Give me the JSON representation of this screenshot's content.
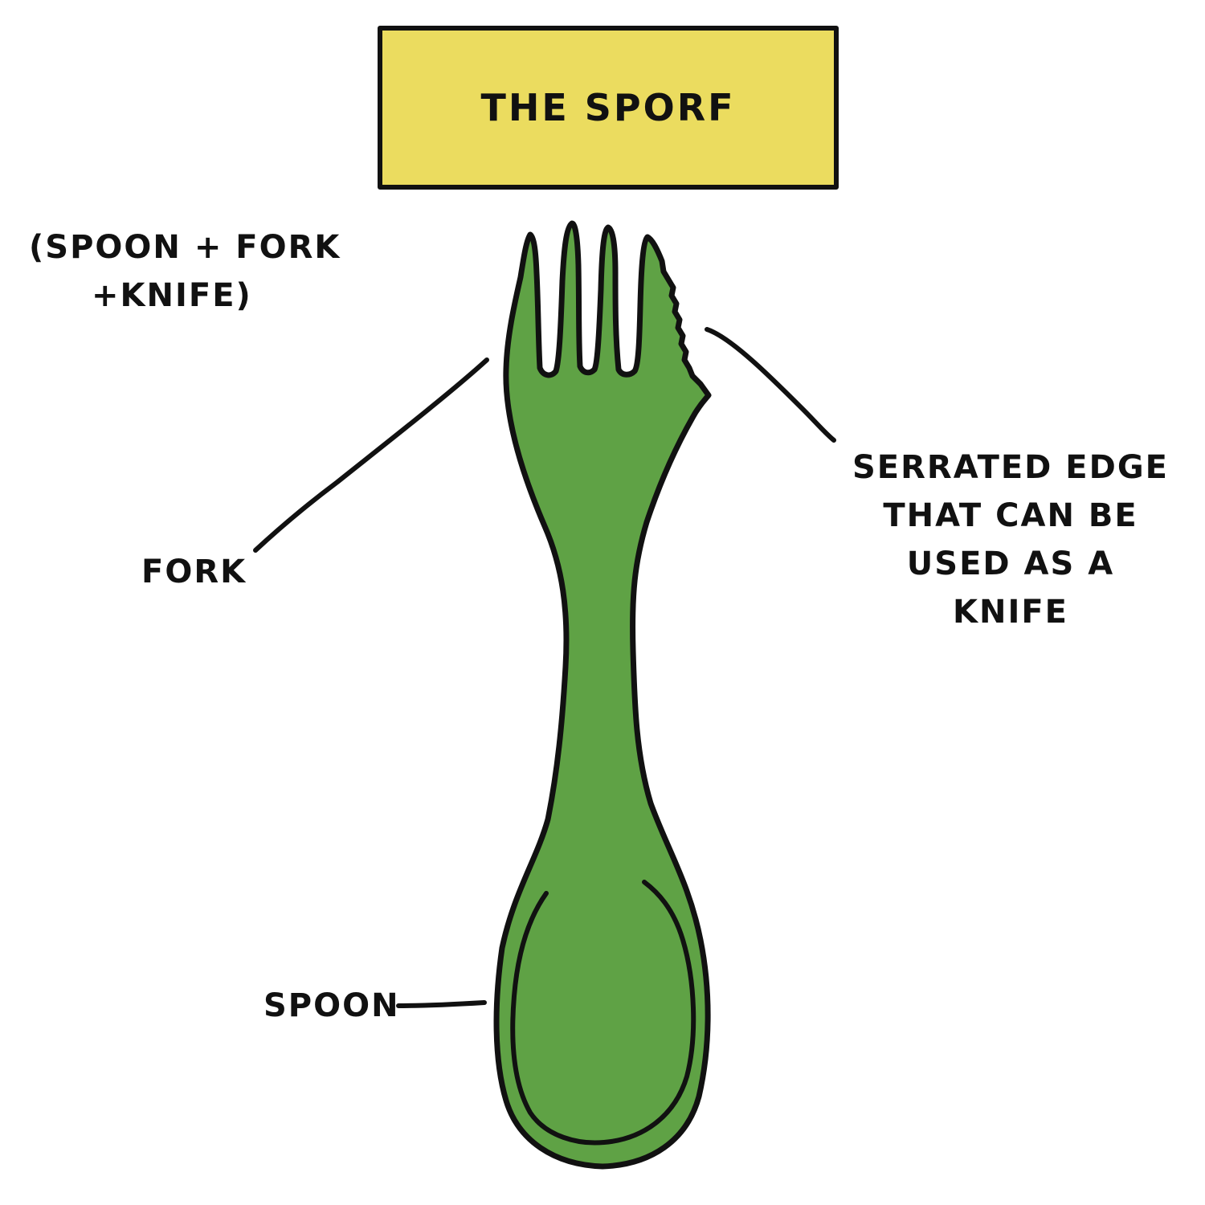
{
  "title": "THE SPORF",
  "subtitle": {
    "line1": "(SPOON + FORK",
    "line2": "+KNIFE)"
  },
  "labels": {
    "fork": "FORK",
    "spoon": "SPOON",
    "serrated": [
      "SERRATED EDGE",
      "THAT CAN BE",
      "USED AS A",
      "KNIFE"
    ]
  },
  "colors": {
    "title_fill": "#ebdc5f",
    "sporf_fill": "#5fa245",
    "outline": "#111111"
  }
}
